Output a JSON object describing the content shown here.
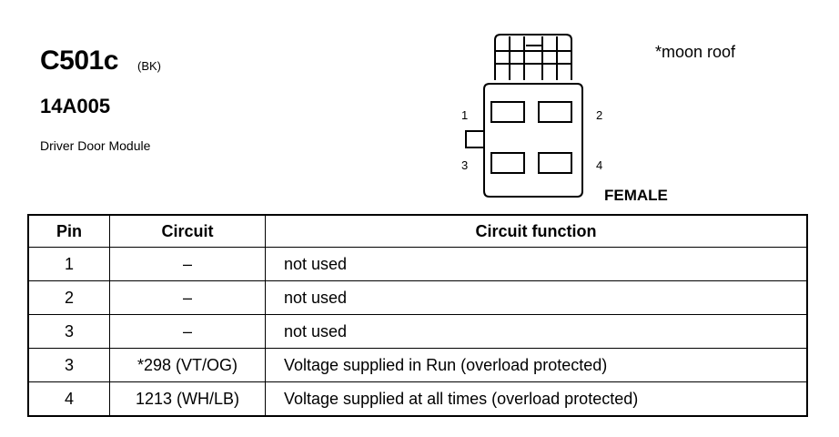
{
  "connector": {
    "id": "C501c",
    "color_code": "(BK)",
    "part_number": "14A005",
    "component": "Driver Door Module",
    "gender": "FEMALE",
    "footnote": "*moon roof",
    "pin_labels": [
      "1",
      "2",
      "3",
      "4"
    ]
  },
  "table": {
    "headers": [
      "Pin",
      "Circuit",
      "Circuit function"
    ],
    "rows": [
      {
        "pin": "1",
        "circuit": "–",
        "function": "not used"
      },
      {
        "pin": "2",
        "circuit": "–",
        "function": "not used"
      },
      {
        "pin": "3",
        "circuit": "–",
        "function": "not used"
      },
      {
        "pin": "3",
        "circuit": "*298 (VT/OG)",
        "function": "Voltage supplied in Run (overload protected)"
      },
      {
        "pin": "4",
        "circuit": "1213 (WH/LB)",
        "function": "Voltage supplied at all times (overload protected)"
      }
    ]
  }
}
